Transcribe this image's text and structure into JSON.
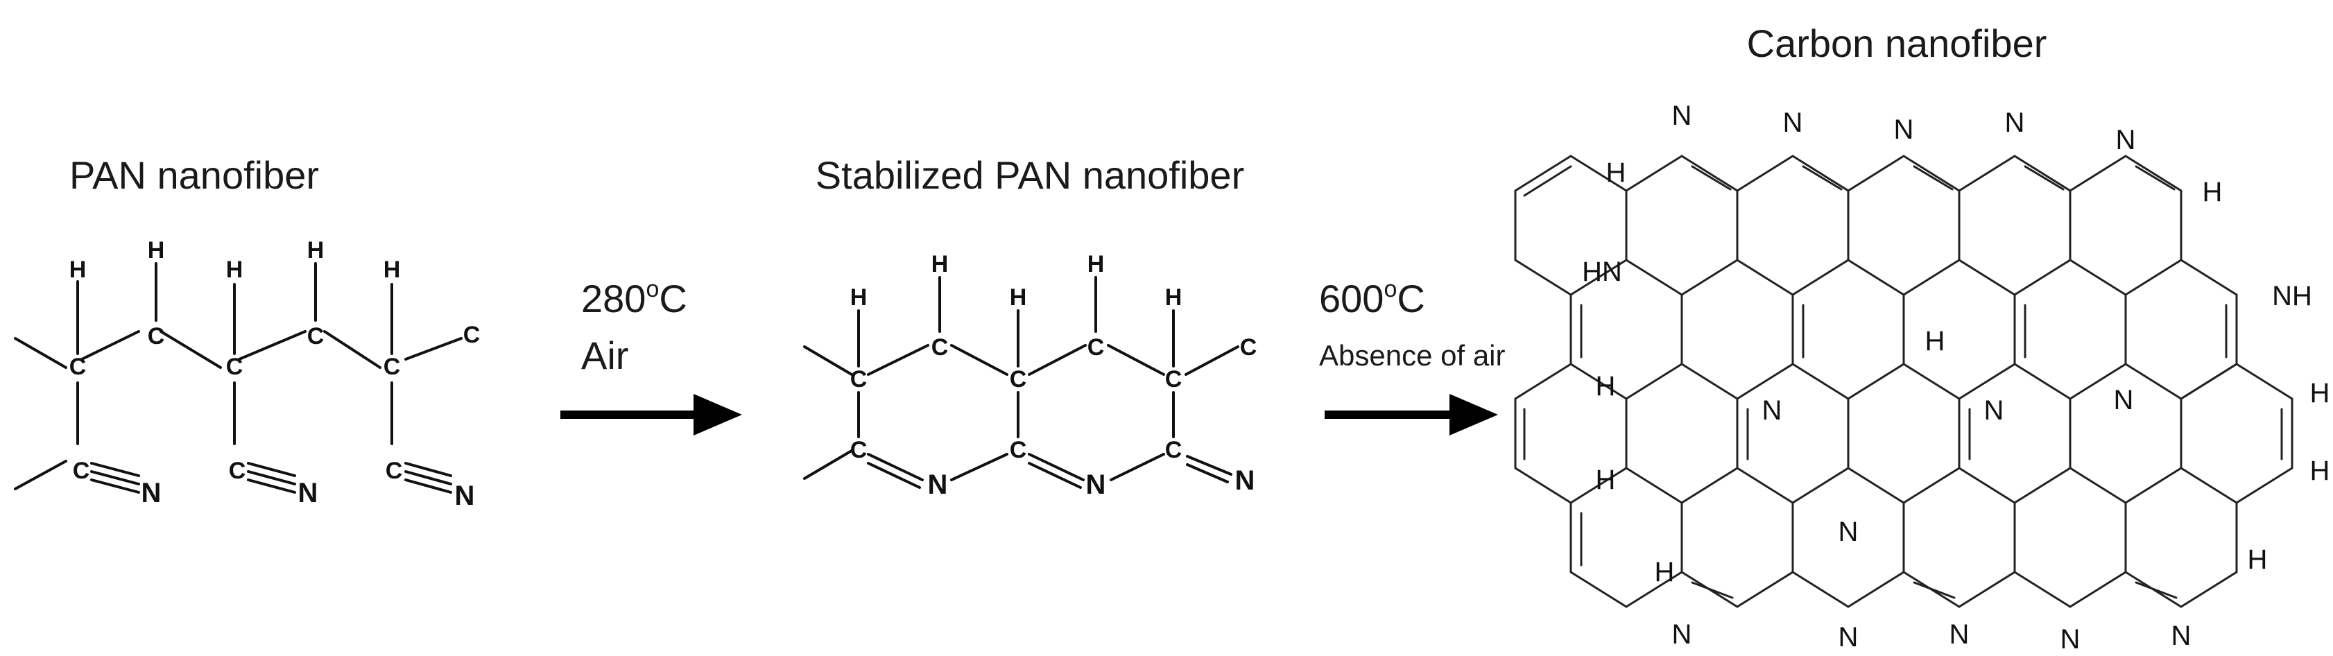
{
  "stages": {
    "pan": {
      "title": "PAN nanofiber"
    },
    "stabilized": {
      "title": "Stabilized PAN nanofiber"
    },
    "carbon": {
      "title": "Carbon nanofiber"
    }
  },
  "steps": [
    {
      "temp": "280",
      "unit": "C",
      "degree": "o",
      "condition": "Air"
    },
    {
      "temp": "600",
      "unit": "C",
      "degree": "o",
      "condition": "Absence of air"
    }
  ],
  "atoms": {
    "C": "C",
    "H": "H",
    "N": "N",
    "NH": "NH",
    "HN": "HN"
  }
}
